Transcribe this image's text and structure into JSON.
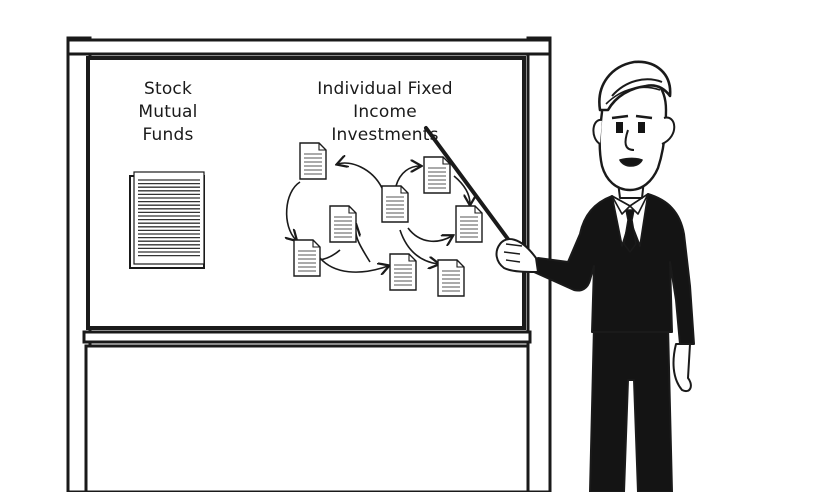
{
  "board": {
    "left_heading": "Stock\nMutual\nFunds",
    "right_heading": "Individual Fixed\nIncome\nInvestments"
  },
  "illustration": {
    "style": "black-and-white whiteboard sketch",
    "icons": [
      "document-stack-icon",
      "document-icon",
      "cycle-arrow-icon",
      "pointer-stick-icon"
    ]
  },
  "colors": {
    "ink": "#1a1a1a",
    "paper": "#ffffff",
    "suit": "#141414",
    "skin": "#ffffff"
  }
}
